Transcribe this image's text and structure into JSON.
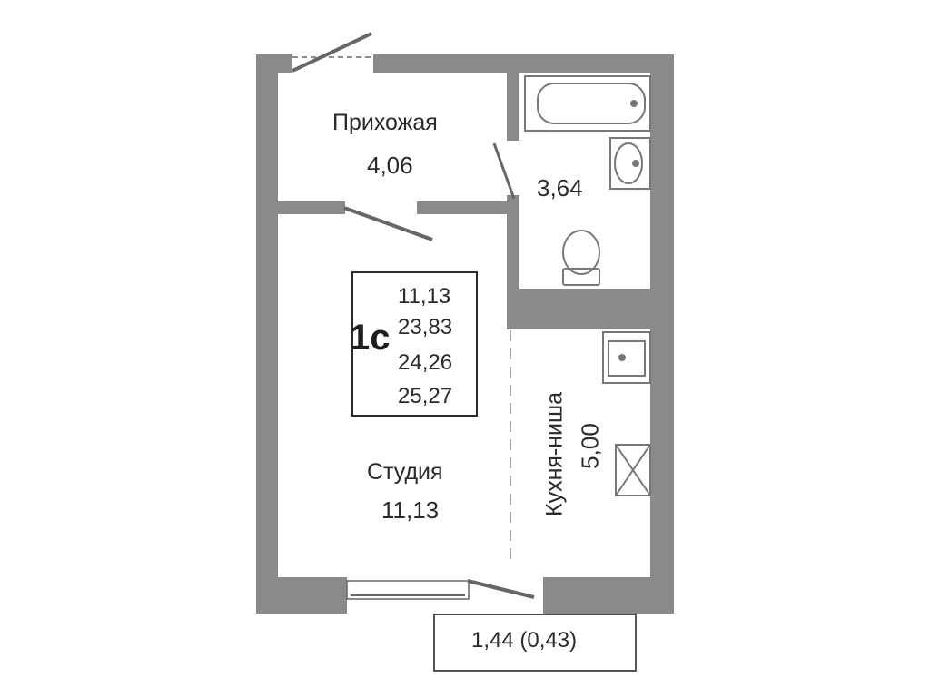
{
  "rooms": {
    "hallway": {
      "name": "Прихожая",
      "area": "4,06"
    },
    "bathroom": {
      "area": "3,64"
    },
    "studio": {
      "name": "Студия",
      "area": "11,13"
    },
    "kitchen": {
      "name": "Кухня-ниша",
      "area": "5,00"
    }
  },
  "unit": {
    "type": "1с",
    "areas": [
      "11,13",
      "23,83",
      "24,26",
      "25,27"
    ]
  },
  "balcony": {
    "area": "1,44 (0,43)"
  },
  "colors": {
    "wall": "#8a8a8a",
    "text": "#2a2a2a",
    "fixture": "#777777"
  }
}
